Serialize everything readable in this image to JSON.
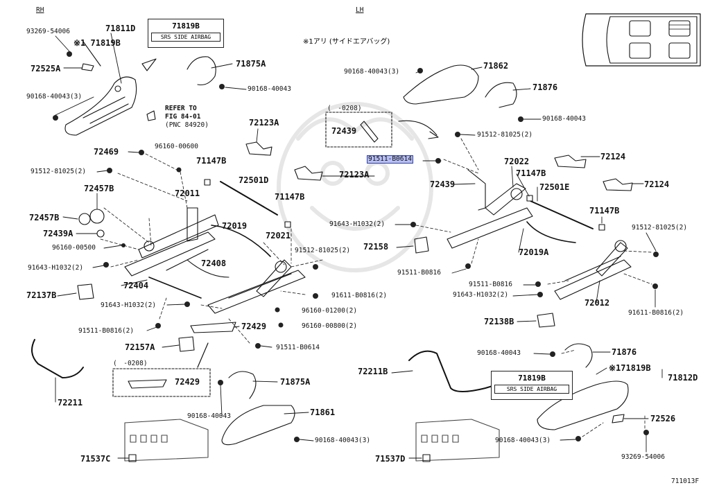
{
  "side_labels": {
    "rh": "RH",
    "lh": "LH"
  },
  "note_jp": "※1アリ (サイドエアバッグ)",
  "refer_to": {
    "line1": "REFER TO",
    "line2": "FIG 84-01",
    "line3": "(PNC 84920)"
  },
  "callout_boxes": {
    "rh_airbag": {
      "part": "71819B",
      "label": "SRS SIDE AIRBAG"
    },
    "lh_airbag": {
      "part": "71819B",
      "label": "SRS SIDE AIRBAG"
    },
    "lh_0208": {
      "marker": "(　-0208)",
      "part": "72439"
    },
    "rh_0208": {
      "marker": "(　-0208)",
      "part": "72429"
    }
  },
  "highlighted_part": "91511-B0614",
  "figure_id": "711013F",
  "parts": [
    {
      "id": "p1",
      "text": "93269-54006"
    },
    {
      "id": "p2",
      "text": "71811D"
    },
    {
      "id": "p3",
      "text": "※1 71819B"
    },
    {
      "id": "p4",
      "text": "72525A"
    },
    {
      "id": "p5",
      "text": "90168-40043(3)"
    },
    {
      "id": "p6",
      "text": "71875A"
    },
    {
      "id": "p7",
      "text": "90168-40043"
    },
    {
      "id": "p8",
      "text": "72123A"
    },
    {
      "id": "p9",
      "text": "72469"
    },
    {
      "id": "p10",
      "text": "96160-00600"
    },
    {
      "id": "p11",
      "text": "71147B"
    },
    {
      "id": "p12",
      "text": "91512-81025(2)"
    },
    {
      "id": "p13",
      "text": "72457B"
    },
    {
      "id": "p14",
      "text": "72501D"
    },
    {
      "id": "p15",
      "text": "72123A"
    },
    {
      "id": "p16",
      "text": "71147B"
    },
    {
      "id": "p17",
      "text": "72011"
    },
    {
      "id": "p18",
      "text": "72457B"
    },
    {
      "id": "p19",
      "text": "72019"
    },
    {
      "id": "p20",
      "text": "72439A"
    },
    {
      "id": "p21",
      "text": "72021"
    },
    {
      "id": "p22",
      "text": "96160-00500"
    },
    {
      "id": "p23",
      "text": "91512-81025(2)"
    },
    {
      "id": "p24",
      "text": "91643-H1032(2)"
    },
    {
      "id": "p25",
      "text": "72408"
    },
    {
      "id": "p26",
      "text": "72404"
    },
    {
      "id": "p27",
      "text": "72137B"
    },
    {
      "id": "p28",
      "text": "91611-B0816(2)"
    },
    {
      "id": "p29",
      "text": "91643-H1032(2)"
    },
    {
      "id": "p30",
      "text": "96160-01200(2)"
    },
    {
      "id": "p31",
      "text": "96160-00800(2)"
    },
    {
      "id": "p32",
      "text": "91511-B0816(2)"
    },
    {
      "id": "p33",
      "text": "72429"
    },
    {
      "id": "p34",
      "text": "72157A"
    },
    {
      "id": "p35",
      "text": "91511-B0614"
    },
    {
      "id": "p36",
      "text": "72211"
    },
    {
      "id": "p37",
      "text": "71875A"
    },
    {
      "id": "p38",
      "text": "90168-40043"
    },
    {
      "id": "p39",
      "text": "71861"
    },
    {
      "id": "p40",
      "text": "90168-40043(3)"
    },
    {
      "id": "p41",
      "text": "71537C"
    },
    {
      "id": "p42",
      "text": "90168-40043(3)"
    },
    {
      "id": "p43",
      "text": "71862"
    },
    {
      "id": "p44",
      "text": "71876"
    },
    {
      "id": "p45",
      "text": "90168-40043"
    },
    {
      "id": "p46",
      "text": "91512-81025(2)"
    },
    {
      "id": "p47",
      "text": "72124"
    },
    {
      "id": "p48",
      "text": "72022"
    },
    {
      "id": "p49",
      "text": "71147B"
    },
    {
      "id": "p50",
      "text": "72439"
    },
    {
      "id": "p51",
      "text": "72501E"
    },
    {
      "id": "p52",
      "text": "72124"
    },
    {
      "id": "p53",
      "text": "91643-H1032(2)"
    },
    {
      "id": "p54",
      "text": "71147B"
    },
    {
      "id": "p55",
      "text": "72158"
    },
    {
      "id": "p56",
      "text": "91512-81025(2)"
    },
    {
      "id": "p57",
      "text": "72019A"
    },
    {
      "id": "p58",
      "text": "91511-B0816"
    },
    {
      "id": "p59",
      "text": "91511-B0816"
    },
    {
      "id": "p60",
      "text": "91643-H1032(2)"
    },
    {
      "id": "p61",
      "text": "72012"
    },
    {
      "id": "p62",
      "text": "91611-B0816(2)"
    },
    {
      "id": "p63",
      "text": "72138B"
    },
    {
      "id": "p64",
      "text": "90168-40043"
    },
    {
      "id": "p65",
      "text": "71876"
    },
    {
      "id": "p66",
      "text": "72211B"
    },
    {
      "id": "p67",
      "text": "※171819B"
    },
    {
      "id": "p68",
      "text": "71812D"
    },
    {
      "id": "p69",
      "text": "72526"
    },
    {
      "id": "p70",
      "text": "90168-40043(3)"
    },
    {
      "id": "p71",
      "text": "93269-54006"
    },
    {
      "id": "p72",
      "text": "71537D"
    }
  ]
}
